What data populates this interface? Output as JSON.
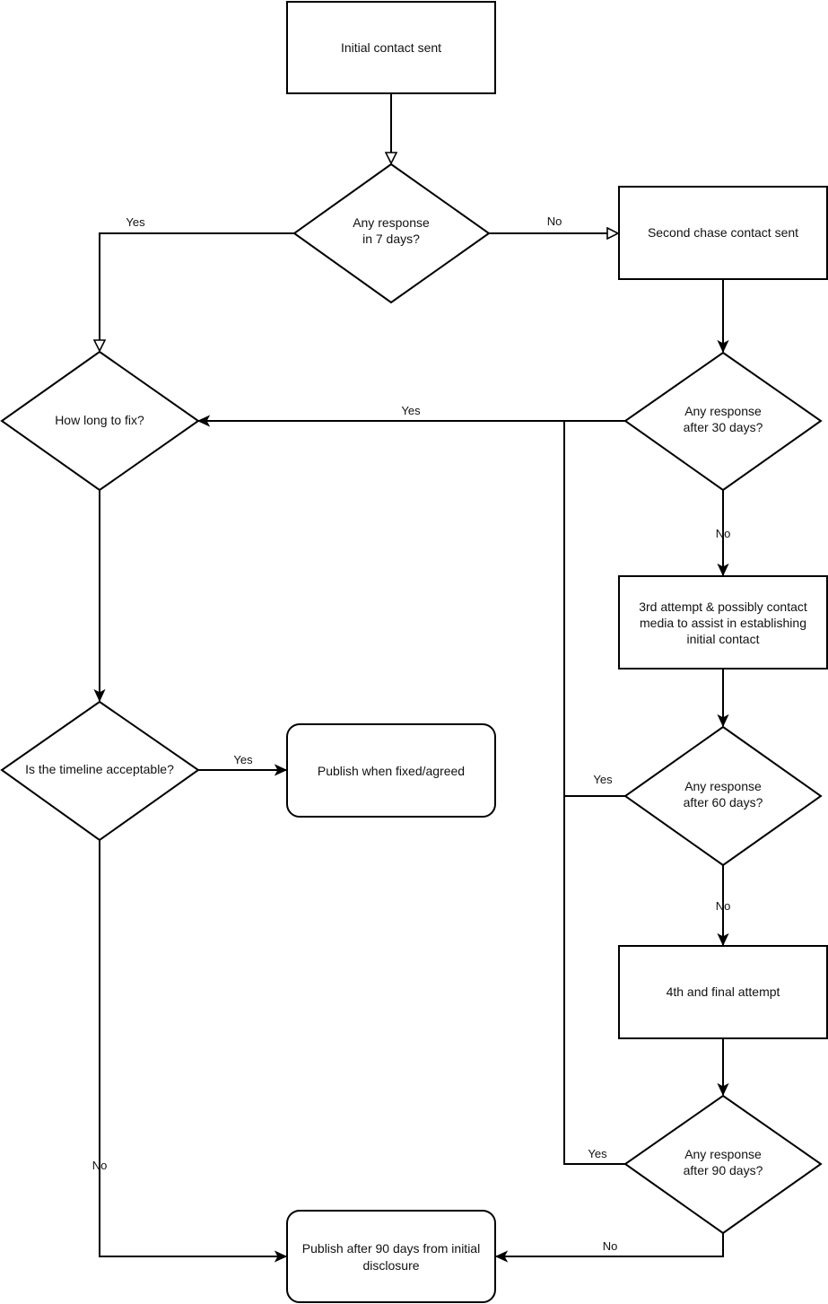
{
  "nodes": {
    "initial_contact": "Initial contact sent",
    "q_7_days": [
      "Any response",
      "in 7 days?"
    ],
    "second_chase": "Second chase contact sent",
    "how_long_to_fix": "How long to fix?",
    "q_30_days": [
      "Any response",
      "after 30 days?"
    ],
    "third_attempt": [
      "3rd attempt & possibly contact",
      "media to assist in establishing",
      "initial contact"
    ],
    "timeline_acceptable": "Is the timeline acceptable?",
    "publish_when_fixed": "Publish when fixed/agreed",
    "q_60_days": [
      "Any response",
      "after 60 days?"
    ],
    "fourth_attempt": "4th and final attempt",
    "q_90_days": [
      "Any response",
      "after 90 days?"
    ],
    "publish_after_90": [
      "Publish after 90 days from initial",
      "disclosure"
    ]
  },
  "edge_labels": {
    "q7_yes": "Yes",
    "q7_no": "No",
    "q30_yes": "Yes",
    "q30_no": "No",
    "timeline_yes": "Yes",
    "timeline_no": "No",
    "q60_yes": "Yes",
    "q60_no": "No",
    "q90_yes": "Yes",
    "q90_no": "No"
  },
  "colors": {
    "stroke": "#000000",
    "fill": "#ffffff",
    "text": "#111111"
  }
}
